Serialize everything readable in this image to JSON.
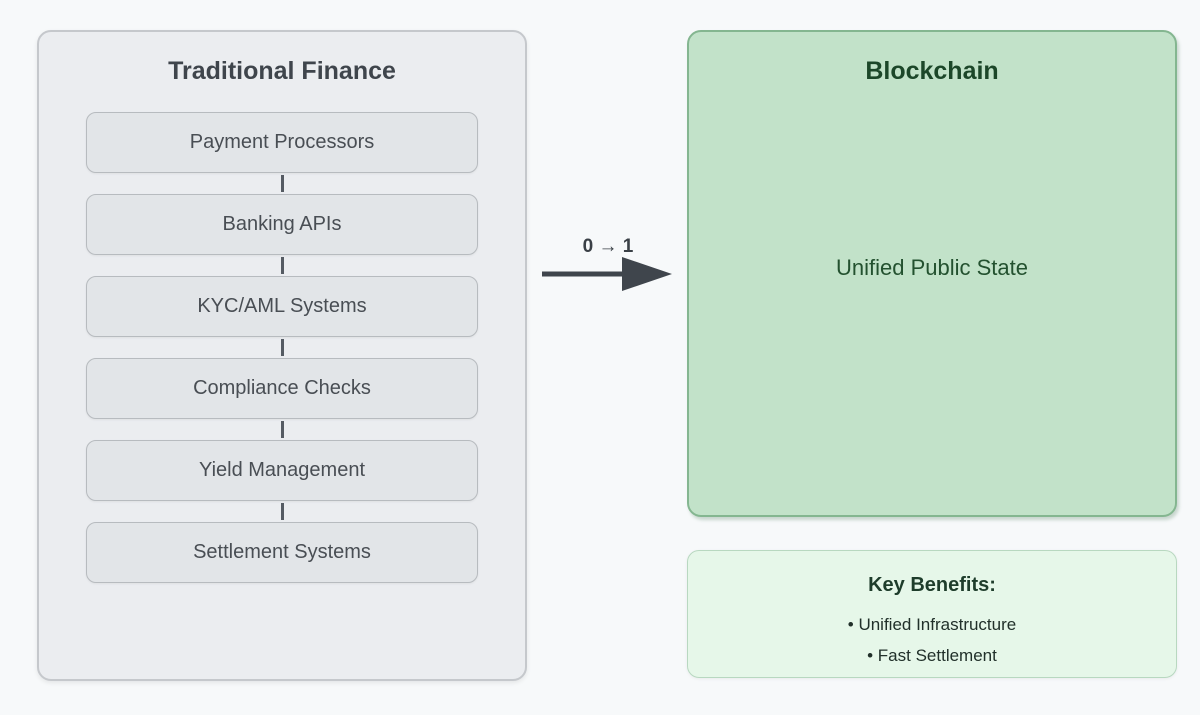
{
  "diagram": {
    "traditional_finance": {
      "title": "Traditional Finance",
      "items": [
        "Payment Processors",
        "Banking APIs",
        "KYC/AML Systems",
        "Compliance Checks",
        "Yield Management",
        "Settlement Systems"
      ]
    },
    "arrow": {
      "label": "0 → 1"
    },
    "blockchain": {
      "title": "Blockchain",
      "content": "Unified Public State"
    },
    "key_benefits": {
      "title": "Key Benefits:",
      "items": [
        "• Unified Infrastructure",
        "• Fast Settlement"
      ]
    },
    "colors": {
      "page_bg": "#f7f9fa",
      "gray_panel_bg": "#ebedf0",
      "gray_panel_border": "#c5c8cc",
      "gray_box_bg": "#e2e5e8",
      "gray_box_border": "#b7bbbf",
      "dark_text": "#3f454c",
      "arrow": "#3f454c",
      "green_panel_bg": "#c2e2c9",
      "green_panel_border": "#84b690",
      "green_title": "#1c4729",
      "benefits_bg": "#e6f7e9",
      "benefits_border": "#b8d8c0"
    }
  }
}
